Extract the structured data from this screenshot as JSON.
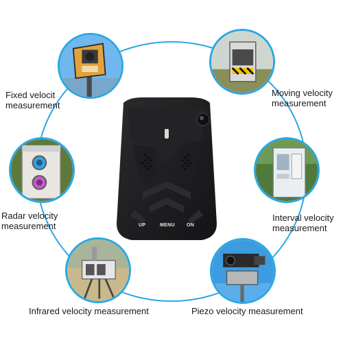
{
  "labels": {
    "fixed_line1": "Fixed velocit",
    "fixed_line2": "measurement",
    "moving_line1": "Moving velocity",
    "moving_line2": "measurement",
    "radar_line1": "Radar velocity",
    "radar_line2": "measurement",
    "interval_line1": "Interval velocity",
    "interval_line2": "measurement",
    "infrared": "Infrared velocity measurement",
    "piezo": "Piezo velocity measurement"
  },
  "device": {
    "btn_up": "UP",
    "btn_menu": "MENU",
    "btn_on": "ON"
  },
  "colors": {
    "ring": "#2aa7e3",
    "device_body": "#1c1c1e"
  },
  "icons": [
    "fixed-speed-camera-photo",
    "moving-speed-camera-photo",
    "radar-camera-photo",
    "interval-camera-photo",
    "infrared-camera-photo",
    "piezo-camera-photo",
    "radar-detector-device"
  ]
}
